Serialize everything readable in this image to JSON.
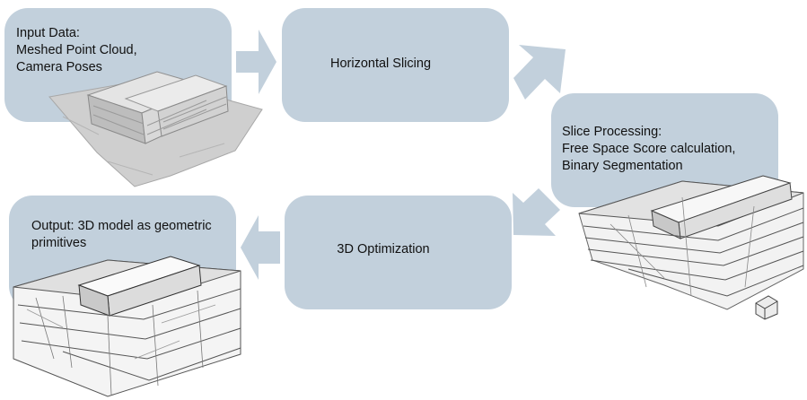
{
  "steps": {
    "input": {
      "title": "Input Data:",
      "line1": "Meshed Point Cloud,",
      "line2": "Camera Poses"
    },
    "slicing": {
      "title": "Horizontal Slicing"
    },
    "processing": {
      "title": "Slice Processing:",
      "line1": "Free Space Score calculation,",
      "line2": "Binary Segmentation"
    },
    "optimization": {
      "title": "3D Optimization"
    },
    "output": {
      "line1": "Output: 3D model as geometric",
      "line2": "primitives"
    }
  },
  "colors": {
    "box_fill": "#c2d0dc",
    "arrow_fill": "#c2d0dc",
    "text": "#111111"
  },
  "icons": {
    "input": "meshed-point-cloud-icon",
    "processing": "sliced-building-icon",
    "output": "primitive-model-icon"
  }
}
